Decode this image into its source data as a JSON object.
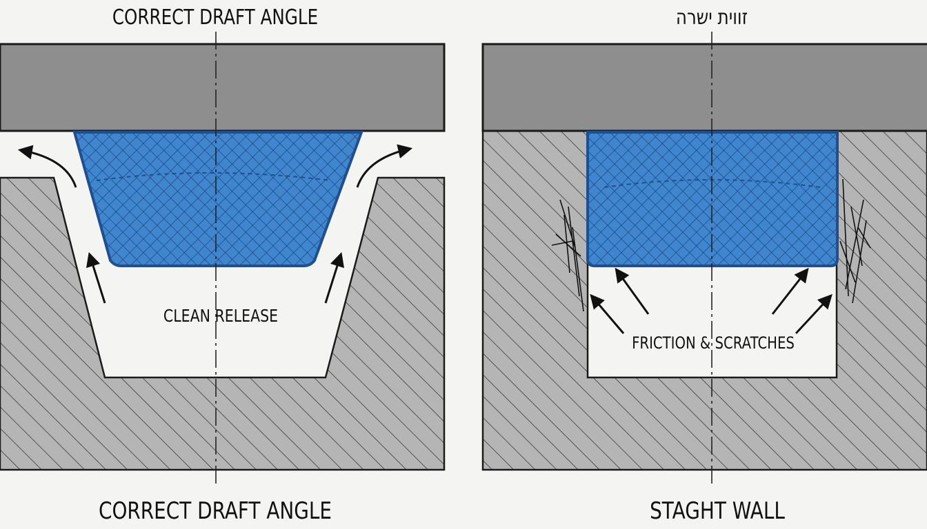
{
  "left_panel": {
    "top_label": "CORRECT DRAFT ANGLE",
    "center_label": "CLEAN RELEASE",
    "bottom_label": "CORRECT DRAFT ANGLE"
  },
  "right_panel": {
    "top_label": "זווית ישרה",
    "center_label": "FRICTION & SCRATCHES",
    "bottom_label": "STAGHT WALL"
  },
  "colors": {
    "background": "#f4f4f3",
    "mold_plate": "#8e8e8e",
    "mold_body": "#b5b5b5",
    "part_fill": "#3f86cf",
    "part_edge": "#1f4f8f",
    "line": "#1a1a1a"
  }
}
